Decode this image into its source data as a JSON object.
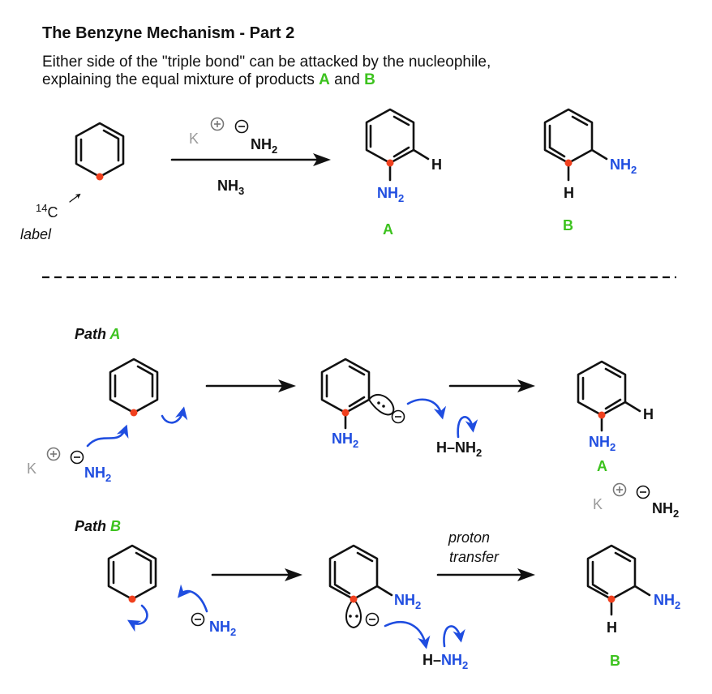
{
  "title": "The Benzyne Mechanism - Part 2",
  "description": {
    "line1": "Either side of the \"triple bond\" can be attacked by the nucleophile,",
    "line2_prefix": "explaining the equal mixture of products ",
    "line2_a": "A",
    "line2_and": " and ",
    "line2_b": "B"
  },
  "top": {
    "k": "K",
    "nh2_reagent": "NH",
    "sub2": "2",
    "solvent": "NH",
    "sub3": "3",
    "label_c": "C",
    "label_14": "14",
    "label_word": "label",
    "prodA_h": "H",
    "prodA_nh": "NH",
    "prodA_letter": "A",
    "prodB_h": "H",
    "prodB_nh": "NH",
    "prodB_letter": "B"
  },
  "pathA": {
    "label": "Path ",
    "letter": "A",
    "k": "K",
    "nh": "NH",
    "int_nh": "NH",
    "hnh_h": "H",
    "hnh_dash": "–",
    "hnh_nh": "NH",
    "prod_h": "H",
    "prod_nh": "NH",
    "prod_letter": "A",
    "byproduct_k": "K",
    "byproduct_nh": "NH"
  },
  "pathB": {
    "label": "Path ",
    "letter": "B",
    "nh": "NH",
    "int_nh": "NH",
    "hnh_h": "H",
    "hnh_dash": "–",
    "hnh_nh": "NH",
    "arrow_top": "proton",
    "arrow_bottom": "transfer",
    "prod_h": "H",
    "prod_nh": "NH",
    "prod_letter": "B"
  },
  "colors": {
    "nucleophile_blue": "#1f4de0",
    "label_green": "#3cc21e",
    "isotope_red": "#f0401e",
    "potassium_gray": "#9a9a9a"
  }
}
